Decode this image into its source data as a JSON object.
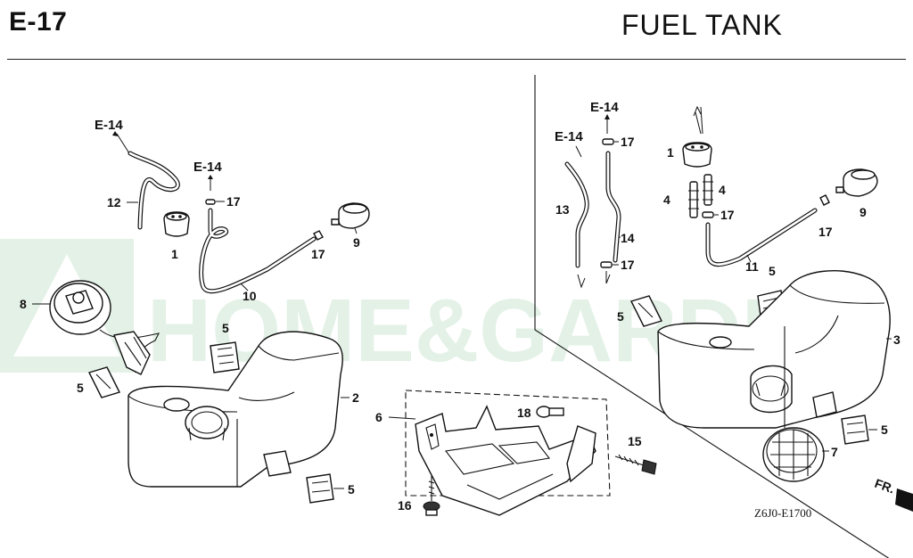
{
  "header": {
    "page_code": "E-17",
    "title": "FUEL  TANK"
  },
  "watermark": {
    "text": "HOME&GARDEN",
    "color": "#2e9a45"
  },
  "refs": {
    "left_top": "E-14",
    "left_mid": "E-14",
    "right_top": "E-14",
    "right_mid": "E-14"
  },
  "callouts": {
    "c1a": "1",
    "c1b": "1",
    "c2": "2",
    "c3": "3",
    "c4a": "4",
    "c4b": "4",
    "c5a": "5",
    "c5b": "5",
    "c5c": "5",
    "c5d": "5",
    "c5e": "5",
    "c5f": "5",
    "c6": "6",
    "c7": "7",
    "c8": "8",
    "c9a": "9",
    "c9b": "9",
    "c10": "10",
    "c11": "11",
    "c12": "12",
    "c13": "13",
    "c14": "14",
    "c15": "15",
    "c16": "16",
    "c17a": "17",
    "c17b": "17",
    "c17c": "17",
    "c17d": "17",
    "c17e": "17",
    "c17f": "17",
    "c18": "18"
  },
  "footer": {
    "diagram_code": "Z6J0-E1700",
    "front_marker": "FR."
  }
}
